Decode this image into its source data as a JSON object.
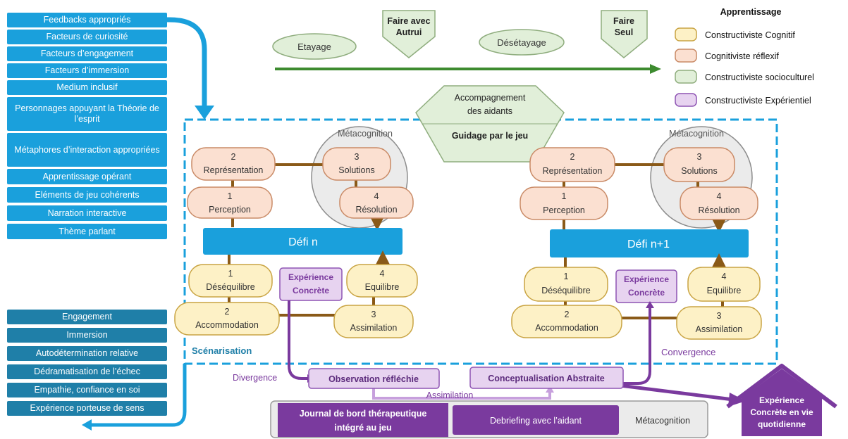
{
  "left_top_list": [
    "Feedbacks appropriés",
    "Facteurs de curiosité",
    "Facteurs d’engagement",
    "Facteurs d’immersion",
    "Medium inclusif",
    "Personnages appuyant la Théorie de l’esprit",
    "Métaphores d’interaction appropriées",
    "Apprentissage opérant",
    "Eléments de jeu cohérents",
    "Narration interactive",
    "Thème parlant"
  ],
  "left_bottom_list": [
    "Engagement",
    "Immersion",
    "Autodétermination relative",
    "Dédramatisation de l’échec",
    "Empathie, confiance en soi",
    "Expérience porteuse de sens"
  ],
  "timeline": {
    "etayage": "Etayage",
    "faire_avec_1": "Faire avec",
    "faire_avec_2": "Autrui",
    "desetayage": "Désétayage",
    "faire_seul_1": "Faire",
    "faire_seul_2": "Seul"
  },
  "legend": {
    "title": "Apprentissage",
    "items": [
      {
        "label": "Constructiviste Cognitif",
        "fill": "#fdf1c6",
        "stroke": "#c9a443"
      },
      {
        "label": "Cognitiviste réflexif",
        "fill": "#fbe0d1",
        "stroke": "#c98a66"
      },
      {
        "label": "Constructiviste socioculturel",
        "fill": "#e1efd9",
        "stroke": "#8fad7e"
      },
      {
        "label": "Constructiviste Expérientiel",
        "fill": "#e7d3f0",
        "stroke": "#8e54b3"
      }
    ]
  },
  "center_hex": {
    "line1": "Accompagnement",
    "line2": "des aidants",
    "line3": "Guidage par le jeu"
  },
  "cycle_left": {
    "metacognition": "Métacognition",
    "n2": "2",
    "l2": "Représentation",
    "n3": "3",
    "l3": "Solutions",
    "n1": "1",
    "l1": "Perception",
    "n4": "4",
    "l4": "Résolution",
    "defi": "Défi n",
    "b1n": "1",
    "b1": "Déséquilibre",
    "exp1": "Expérience",
    "exp2": "Concrète",
    "b4n": "4",
    "b4": "Equilibre",
    "b2n": "2",
    "b2": "Accommodation",
    "b3n": "3",
    "b3": "Assimilation"
  },
  "cycle_right": {
    "metacognition": "Métacognition",
    "n2": "2",
    "l2": "Représentation",
    "n3": "3",
    "l3": "Solutions",
    "n1": "1",
    "l1": "Perception",
    "n4": "4",
    "l4": "Résolution",
    "defi": "Défi n+1",
    "b1n": "1",
    "b1": "Déséquilibre",
    "exp1": "Expérience",
    "exp2": "Concrète",
    "b4n": "4",
    "b4": "Equilibre",
    "b2n": "2",
    "b2": "Accommodation",
    "b3n": "3",
    "b3": "Assimilation"
  },
  "scenarisation": "Scénarisation",
  "convergence": "Convergence",
  "divergence": "Divergence",
  "observation": "Observation réfléchie",
  "conceptualisation": "Conceptualisation Abstraite",
  "assimilation_label": "Assimilation",
  "journal_1": "Journal de bord thérapeutique",
  "journal_2": "intégré au jeu",
  "debriefing": "Debriefing avec l’aidant",
  "metacognition_bottom": "Métacognition",
  "house_1": "Expérience",
  "house_2": "Concrète en vie",
  "house_3": "quotidienne",
  "colors": {
    "blue": "#1aa0dc",
    "dark_blue": "#1f7fa8",
    "green": "#3d8b2f",
    "brown": "#8a5a18",
    "purple": "#7a3a9e"
  }
}
